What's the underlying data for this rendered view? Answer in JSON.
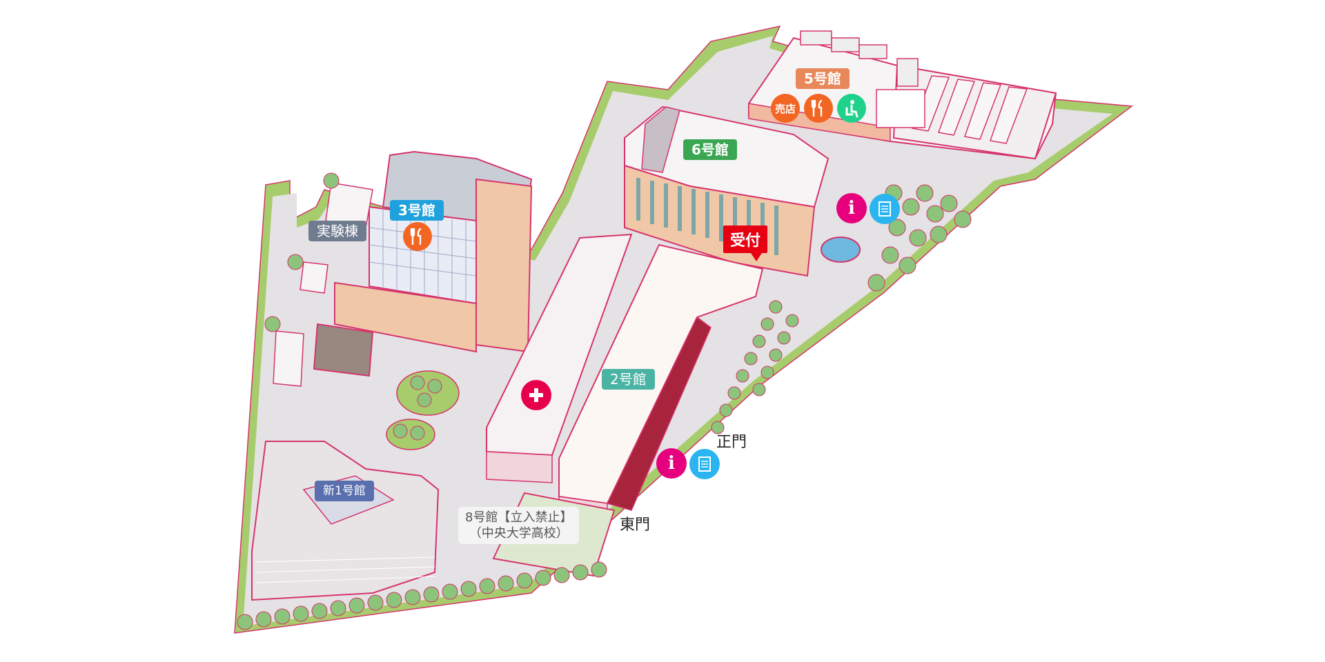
{
  "map": {
    "buildings": {
      "b5": "5号館",
      "b6": "6号館",
      "b3": "3号館",
      "lab": "実験棟",
      "b2": "2号館",
      "bnew1": "新1号館",
      "b8_line1": "8号館【立入禁止】",
      "b8_line2": "（中央大学高校）"
    },
    "gates": {
      "main": "正門",
      "east": "東門"
    },
    "reception": "受付",
    "pins": {
      "info": "i",
      "shop": "売店"
    },
    "icons": {
      "info": "info-icon",
      "document": "document-icon",
      "restaurant": "restaurant-icon",
      "shop": "shop-icon",
      "rest_area": "rest-area-icon",
      "first_aid": "first-aid-icon"
    },
    "colors": {
      "label_b5": "#e8875a",
      "label_b6": "#3aa652",
      "label_b3": "#1ea1dc",
      "label_lab": "#6f7c8f",
      "label_b2": "#4ab3a4",
      "label_bnew1": "#5a6fae",
      "info": "#e6007e",
      "document": "#2ab4f0",
      "food": "#f26522",
      "rest_area": "#1fd18b",
      "reception": "#e60012",
      "outline": "#d6336c",
      "grass": "#a7cc6b",
      "ground": "#e4e2e4"
    }
  }
}
